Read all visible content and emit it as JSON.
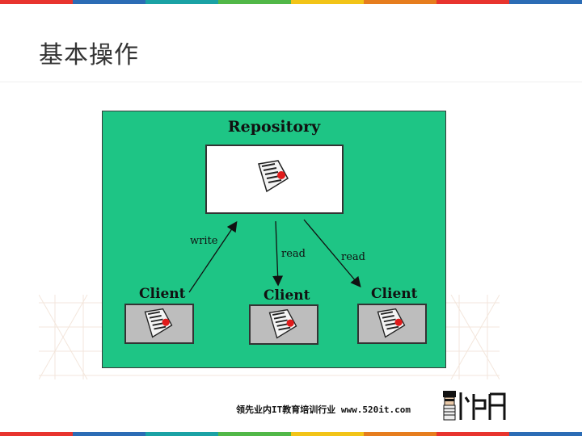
{
  "header": {
    "title": "基本操作"
  },
  "stripe_colors": [
    "#e8342e",
    "#2b6cb5",
    "#1aa2a5",
    "#51b848",
    "#f2c417",
    "#e67d1e",
    "#e8342e",
    "#2b6cb5"
  ],
  "diagram": {
    "background": "#1ec585",
    "title": "Repository",
    "clients": [
      "Client",
      "Client",
      "Client"
    ],
    "edges": [
      {
        "from": "Client",
        "to": "Repository",
        "label": "write"
      },
      {
        "from": "Repository",
        "to": "Client",
        "label": "read"
      },
      {
        "from": "Repository",
        "to": "Client",
        "label": "read"
      }
    ]
  },
  "footer": {
    "text": "领先业内IT教育培训行业 www.520it.com"
  }
}
